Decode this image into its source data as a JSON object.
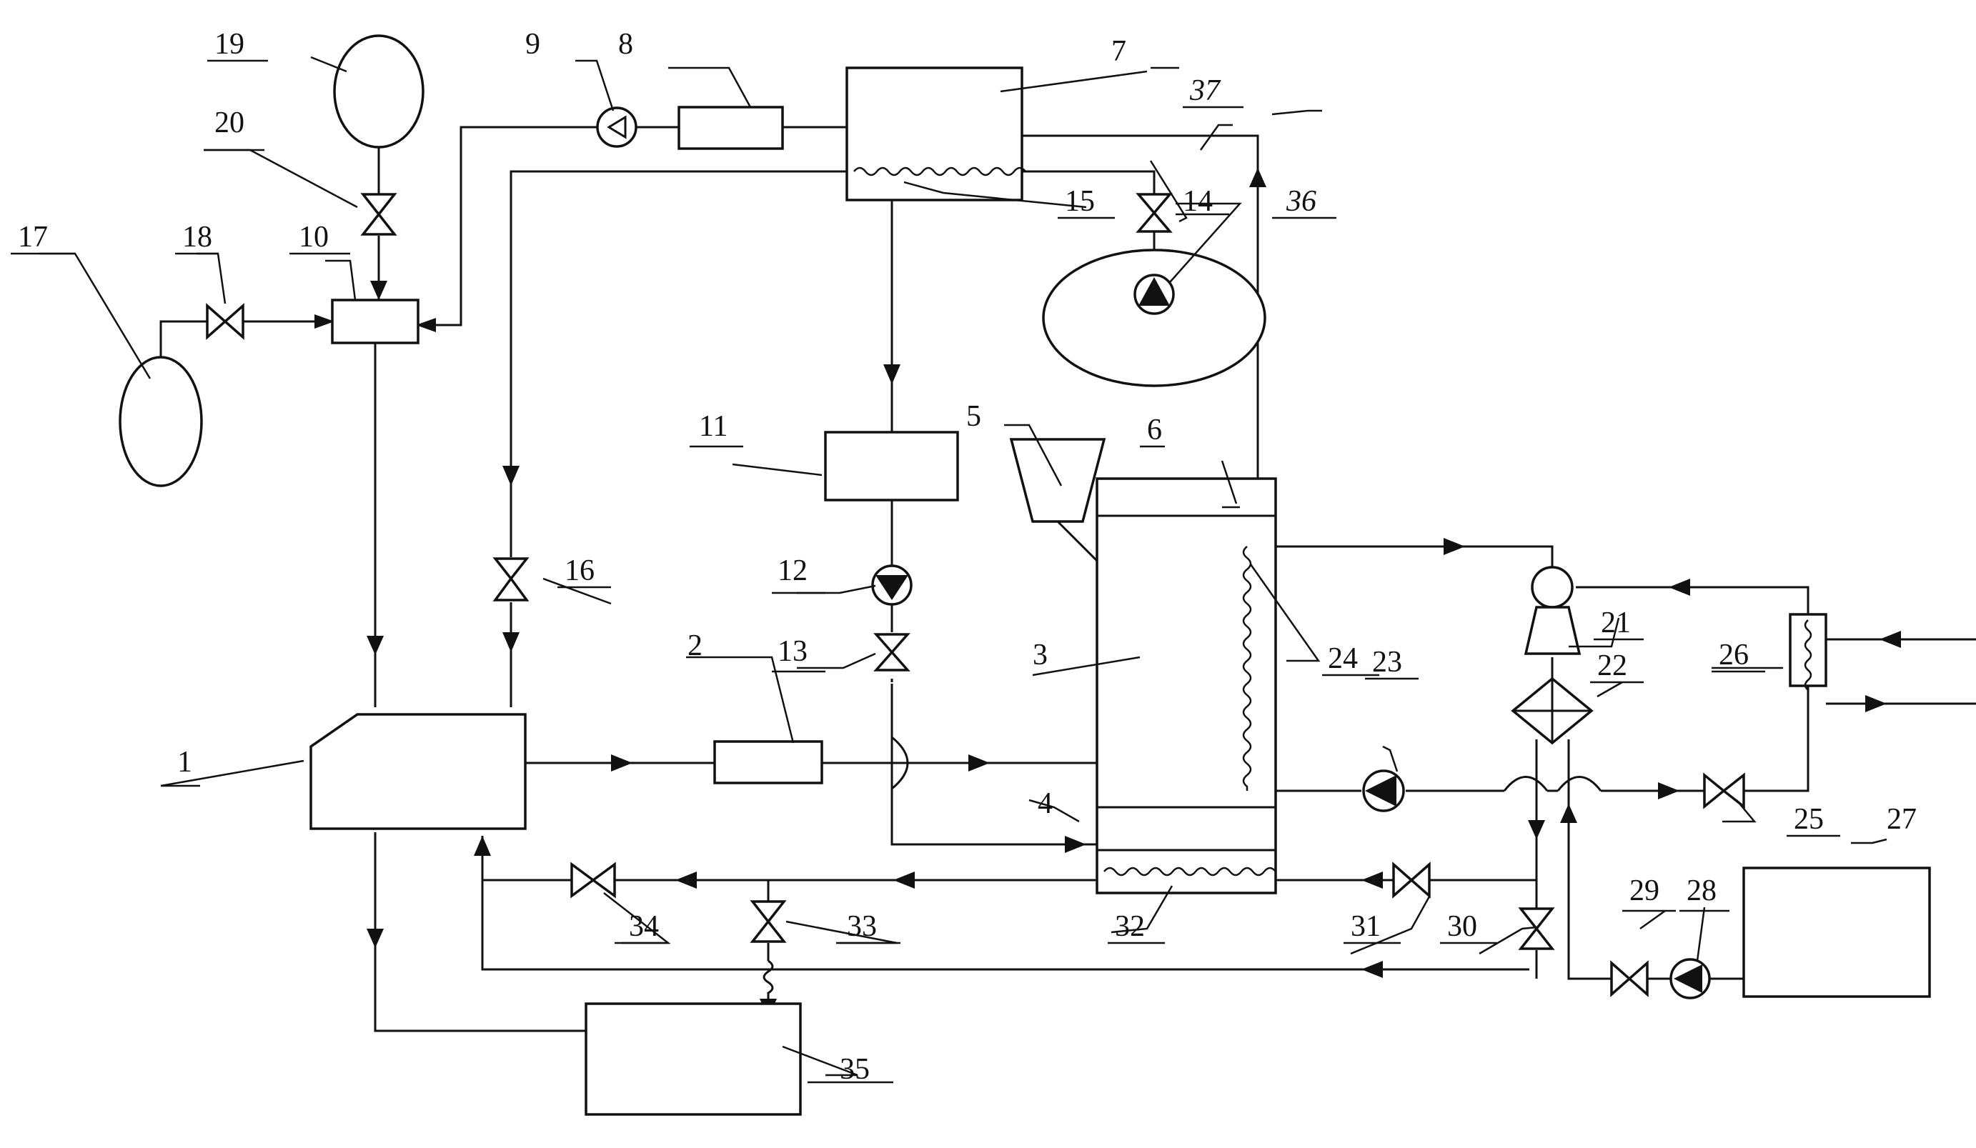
{
  "labels": {
    "n1": "1",
    "n2": "2",
    "n3": "3",
    "n4": "4",
    "n5": "5",
    "n6": "6",
    "n7": "7",
    "n8": "8",
    "n9": "9",
    "n10": "10",
    "n11": "11",
    "n12": "12",
    "n13": "13",
    "n14": "14",
    "n15": "15",
    "n16": "16",
    "n17": "17",
    "n18": "18",
    "n19": "19",
    "n20": "20",
    "n21": "21",
    "n22": "22",
    "n23": "23",
    "n24": "24",
    "n25": "25",
    "n26": "26",
    "n27": "27",
    "n28": "28",
    "n29": "29",
    "n30": "30",
    "n31": "31",
    "n32": "32",
    "n33": "33",
    "n34": "34",
    "n35": "35",
    "n36": "36",
    "n37": "37"
  }
}
